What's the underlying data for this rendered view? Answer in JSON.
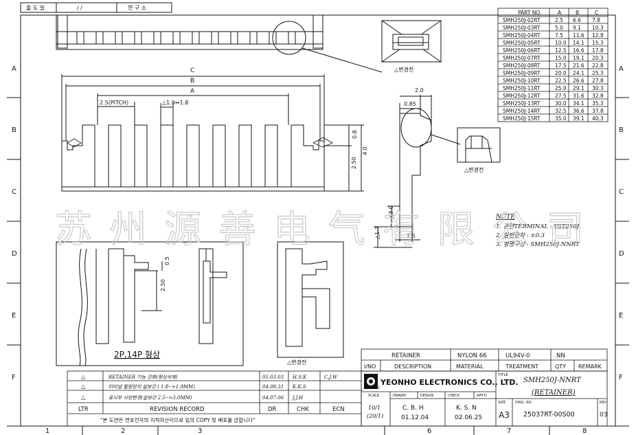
{
  "header": {
    "field1": "출 도 일",
    "field2": "/  /",
    "field3": "연 구 소"
  },
  "watermark": "苏州源善电气有限公司",
  "grid": {
    "rows_left": [
      "A",
      "B",
      "C",
      "D",
      "E",
      "F"
    ],
    "rows_right": [
      "A",
      "B",
      "C",
      "D",
      "E",
      "F"
    ],
    "cols": [
      "1",
      "2",
      "3",
      "6",
      "7",
      "8"
    ]
  },
  "dimensions": {
    "C": "C",
    "B": "B",
    "A": "A",
    "pitch": "2.5(PITCH)",
    "pin_width": "△1.9↔1.8",
    "d08": "0.8",
    "d40": "4.0",
    "d250": "2.50",
    "d30": "△3.0",
    "d17": "△1.7",
    "d25b": "2.5",
    "d20": "2.0",
    "d085": "0.85",
    "d05": "0.5",
    "d250b": "2.50"
  },
  "change_marks": [
    "△변경전",
    "△변경전",
    "△변경전"
  ],
  "shape_label": "2P,14P 형상",
  "part_table": {
    "headers": [
      "PART NO.",
      "A",
      "B",
      "C"
    ],
    "rows": [
      [
        "SMH250J-02RT",
        "2.5",
        "6.6",
        "7.8"
      ],
      [
        "SMH250J-03RT",
        "5.0",
        "9.1",
        "10.3"
      ],
      [
        "SMH250J-04RT",
        "7.5",
        "11.6",
        "12.8"
      ],
      [
        "SMH250J-05RT",
        "10.0",
        "14.1",
        "15.3"
      ],
      [
        "SMH250J-06RT",
        "12.5",
        "16.6",
        "17.8"
      ],
      [
        "SMH250J-07RT",
        "15.0",
        "19.1",
        "20.3"
      ],
      [
        "SMH250J-08RT",
        "17.5",
        "21.6",
        "22.8"
      ],
      [
        "SMH250J-09RT",
        "20.0",
        "24.1",
        "25.3"
      ],
      [
        "SMH250J-10RT",
        "22.5",
        "26.6",
        "27.8"
      ],
      [
        "SMH250J-11RT",
        "25.0",
        "29.1",
        "30.3"
      ],
      [
        "SMH250J-12RT",
        "27.5",
        "31.6",
        "32.8"
      ],
      [
        "SMH250J-13RT",
        "30.0",
        "34.1",
        "35.3"
      ],
      [
        "SMH250J-14RT",
        "32.5",
        "36.6",
        "37.8"
      ],
      [
        "SMH250J-15RT",
        "35.0",
        "39.1",
        "40.3"
      ]
    ]
  },
  "notes": {
    "title": "NOTE",
    "items": [
      "1. 관련TERMINAL : YST250J",
      "2. 일반공차 : ±0.3",
      "3. 형명구성 : SMH250J-NNRT"
    ]
  },
  "material_table": {
    "row1": [
      "RETAINER",
      "NYLON 66",
      "UL94V-0",
      "NN"
    ],
    "row2": [
      "I/NO",
      "DESCRIPTION",
      "MATERIAL",
      "TREATMENT",
      "QTY",
      "REMARK"
    ]
  },
  "revisions": {
    "rows": [
      {
        "mark": "△",
        "desc": "RETAINER 기능 강화(형상삭제)",
        "date": "05.03.03",
        "dr": "H.S.K",
        "chk": "C.J.W",
        "ecn": ""
      },
      {
        "mark": "△",
        "desc": "터미널 필링방지 살보강 ( 1.8-->1.9MM)",
        "date": "04.08.31",
        "dr": "K.K.S",
        "chk": "",
        "ecn": ""
      },
      {
        "mark": "△",
        "desc": "표시부 시방변경(살보강 2.5-->3.0MM)",
        "date": "04.07.06",
        "dr": "J.J.H",
        "chk": "",
        "ecn": ""
      }
    ],
    "headers": [
      "LTR",
      "REVISION   RECORD",
      "DR",
      "CHK",
      "ECN"
    ],
    "footer": "\"본 도면은 연호전자의 지적자산이므로 임의 COPY 및 배포를 금합니다\""
  },
  "title_block": {
    "company": "YEONHO ELECTRONICS CO., LTD.",
    "logo_sub": "YEONHO",
    "title_label": "TITLE",
    "title1": "SMH250J-NNRT",
    "title2": "(RETAINER)",
    "scale_label": "SCALE",
    "scale1": "10/1",
    "scale2": "(20/1)",
    "drawn_label": "DRAWN",
    "design_label": "DESIGN",
    "check_label": "CHECK",
    "appd_label": "APP'D",
    "drawn_by": "C. B. H",
    "drawn_date": "01.12.04",
    "check_by": "K. S. N",
    "check_date": "02.06.25",
    "size_label": "SIZE",
    "dwg_label": "DWG. NO.",
    "rev_label": "REV",
    "size": "A3",
    "dwg_no": "25037RT-00S00",
    "rev": "03"
  }
}
